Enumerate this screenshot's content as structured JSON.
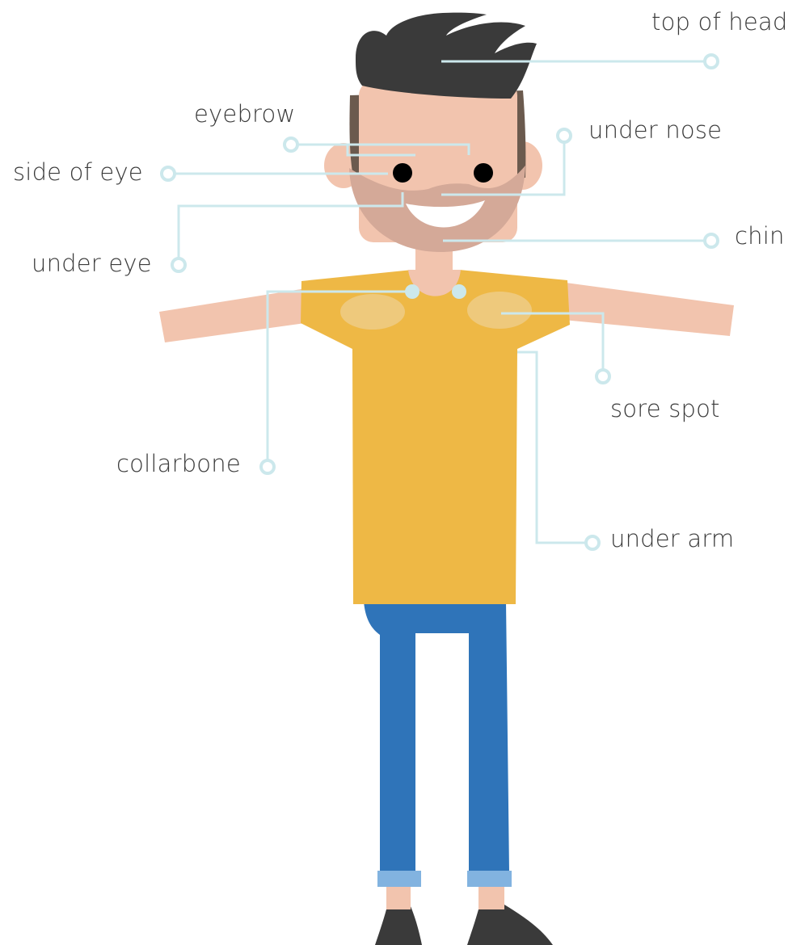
{
  "labels": {
    "top_of_head": "top of head",
    "eyebrow": "eyebrow",
    "under_nose": "under nose",
    "side_of_eye": "side of eye",
    "chin": "chin",
    "under_eye": "under eye",
    "sore_spot": "sore spot",
    "collarbone": "collarbone",
    "under_arm": "under arm"
  },
  "colors": {
    "skin": "#f2c4ae",
    "hair": "#3a3a3a",
    "hair_side": "#6b5a4e",
    "beard": "#d4a998",
    "shirt": "#eeb845",
    "shirt_patch": "#eec97c",
    "jeans": "#2f74b9",
    "cuff": "#82b3e0",
    "shoes": "#3a3a3a",
    "eye": "#000000",
    "mouth_teeth": "#ffffff",
    "leader": "#cce8ec",
    "label_text": "#3a3a3a"
  }
}
